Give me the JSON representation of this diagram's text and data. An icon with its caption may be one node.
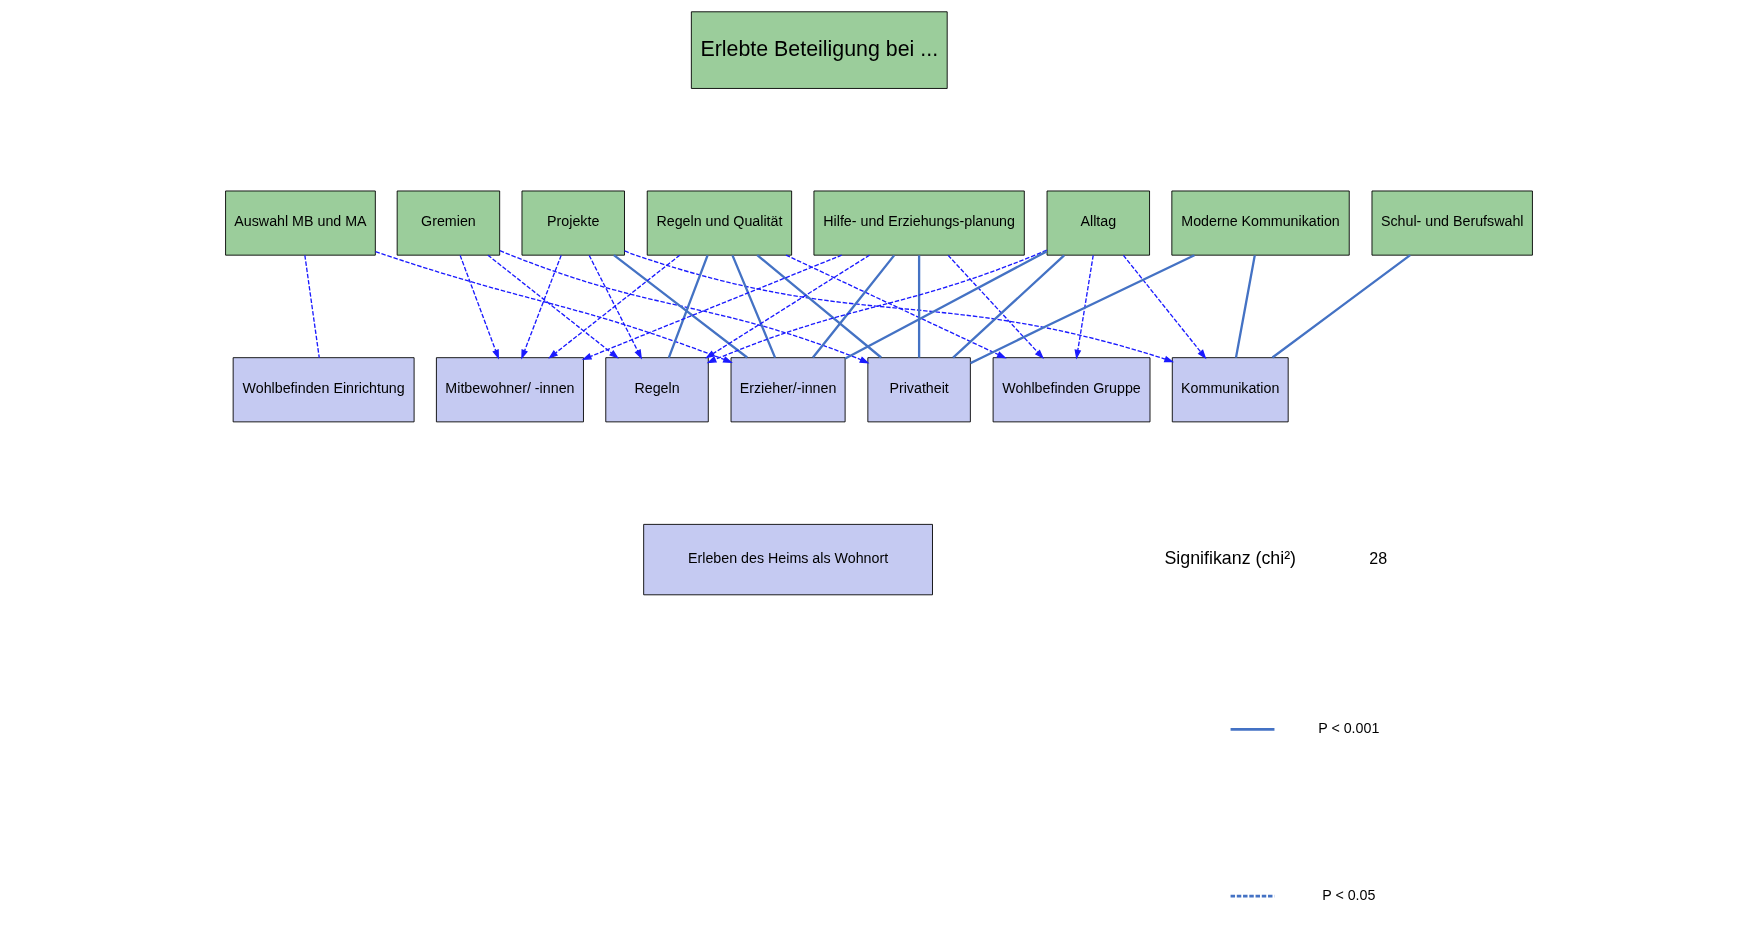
{
  "diagram": {
    "nodes": [
      {
        "text": [
          "Erlebte Beteiligung bei ..."
        ]
      },
      {
        "text": [
          "Auswahl MB und MA"
        ]
      },
      {
        "text": [
          "Gremien"
        ]
      },
      {
        "text": [
          "Projekte"
        ]
      },
      {
        "text": [
          "Regeln und Qualität"
        ]
      },
      {
        "text": [
          "Hilfe- und Erziehungs-planung"
        ]
      },
      {
        "text": [
          "Alltag"
        ]
      },
      {
        "text": [
          "Moderne Kommunikation"
        ]
      },
      {
        "text": [
          "Schul- und Berufswahl"
        ]
      },
      {
        "text": [
          "Wohlbefinden Einrichtung"
        ]
      },
      {
        "text": [
          "Mitbewohner/ -innen"
        ]
      },
      {
        "text": [
          "Regeln"
        ]
      },
      {
        "text": [
          "Erzieher/-innen"
        ]
      },
      {
        "text": [
          "Privatheit"
        ]
      },
      {
        "text": [
          "Wohlbefinden Gruppe"
        ]
      },
      {
        "text": [
          "Kommunikation"
        ]
      },
      {
        "text": [
          "Erleben des Heims als Wohnort"
        ]
      }
    ],
    "edges": [
      {
        "from": 1,
        "to": 9,
        "arrow": "none",
        "style": "dashed"
      },
      {
        "from": 1,
        "to": 12,
        "arrow": "to",
        "style": "dashed"
      },
      {
        "from": 2,
        "to": 10,
        "arrow": "to",
        "style": "dashed"
      },
      {
        "from": 2,
        "to": 11,
        "arrow": "to",
        "style": "dashed"
      },
      {
        "from": 2,
        "to": 13,
        "arrow": "to",
        "style": "dashed"
      },
      {
        "from": 3,
        "to": 10,
        "arrow": "to",
        "style": "dashed"
      },
      {
        "from": 3,
        "to": 11,
        "arrow": "to",
        "style": "dashed"
      },
      {
        "from": 3,
        "to": 12,
        "arrow": "none",
        "color": "#4472c4"
      },
      {
        "from": 3,
        "to": 15,
        "arrow": "to",
        "style": "dashed"
      },
      {
        "from": 4,
        "to": 10,
        "arrow": "to",
        "style": "dashed"
      },
      {
        "from": 4,
        "to": 11,
        "arrow": "none",
        "color": "#4472c4"
      },
      {
        "from": 4,
        "to": 12,
        "arrow": "none",
        "color": "#4472c4"
      },
      {
        "from": 4,
        "to": 13,
        "arrow": "none",
        "color": "#4472c4"
      },
      {
        "from": 4,
        "to": 14,
        "arrow": "to",
        "style": "dashed"
      },
      {
        "from": 5,
        "to": 10,
        "arrow": "to",
        "style": "dashed"
      },
      {
        "from": 5,
        "to": 11,
        "arrow": "to",
        "style": "dashed"
      },
      {
        "from": 5,
        "to": 12,
        "arrow": "none",
        "color": "#4472c4"
      },
      {
        "from": 5,
        "to": 13,
        "arrow": "none",
        "color": "#4472c4"
      },
      {
        "from": 5,
        "to": 14,
        "arrow": "to",
        "style": "dashed"
      },
      {
        "from": 6,
        "to": 11,
        "arrow": "to",
        "style": "dashed"
      },
      {
        "from": 6,
        "to": 12,
        "arrow": "none",
        "color": "#4472c4"
      },
      {
        "from": 6,
        "to": 13,
        "arrow": "none",
        "color": "#4472c4"
      },
      {
        "from": 6,
        "to": 14,
        "arrow": "to",
        "style": "dashed"
      },
      {
        "from": 6,
        "to": 15,
        "arrow": "to",
        "style": "dashed"
      },
      {
        "from": 7,
        "to": 13,
        "arrow": "none",
        "color": "#4472c4"
      },
      {
        "from": 7,
        "to": 15,
        "arrow": "none",
        "color": "#4472c4"
      },
      {
        "from": 8,
        "to": 15,
        "arrow": "none",
        "color": "#4472c4"
      }
    ],
    "labels": [
      "Signifikanz (chi²)",
      "28"
    ],
    "legend": [
      {
        "text": "P < 0.001"
      },
      {
        "text": "P < 0.05"
      }
    ]
  }
}
